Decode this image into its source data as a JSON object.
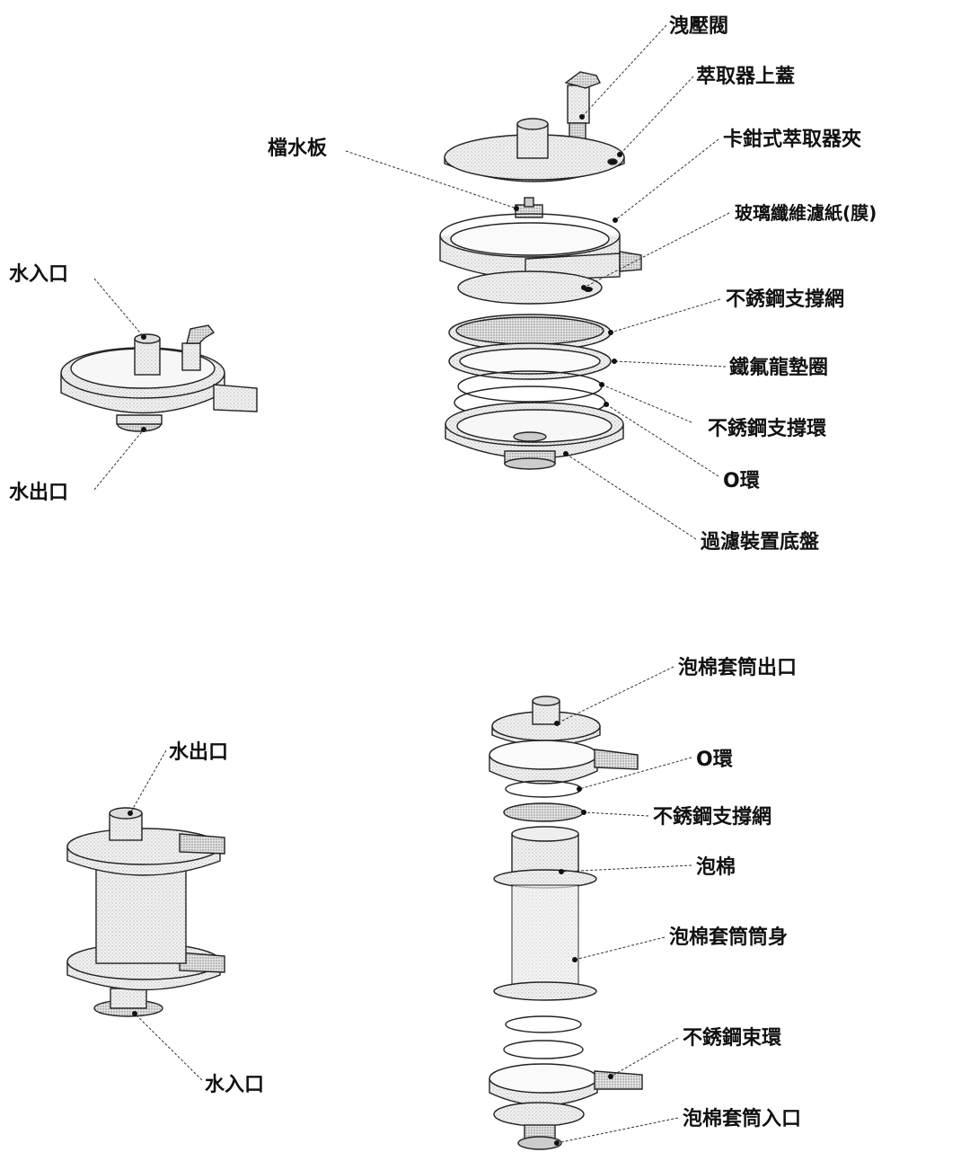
{
  "top_left": {
    "inlet": "水入口",
    "outlet": "水出口"
  },
  "filter_exploded": {
    "relief_valve": "洩壓閥",
    "extractor_lid": "萃取器上蓋",
    "baffle": "檔水板",
    "clamp": "卡鉗式萃取器夾",
    "glass_fiber_filter": "玻璃纖維濾紙(膜)",
    "ss_support_mesh": "不銹鋼支撐網",
    "ptfe_gasket": "鐵氟龍墊圈",
    "ss_support_ring": "不銹鋼支撐環",
    "o_ring": "O環",
    "base_plate": "過濾裝置底盤"
  },
  "bottom_left": {
    "outlet": "水出口",
    "inlet": "水入口"
  },
  "foam_exploded": {
    "outlet": "泡棉套筒出口",
    "o_ring": "O環",
    "ss_support_mesh": "不銹鋼支撐網",
    "foam": "泡棉",
    "sleeve_body": "泡棉套筒筒身",
    "ss_band": "不銹鋼束環",
    "inlet": "泡棉套筒入口"
  }
}
